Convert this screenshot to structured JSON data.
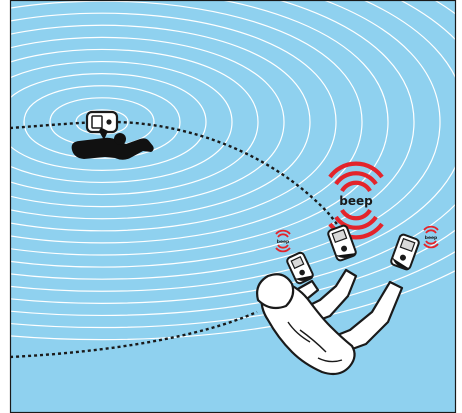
{
  "labels": {
    "beep_main": "beep",
    "beep_left": "beep",
    "beep_right": "beep"
  },
  "colors": {
    "sky": "#8fd1ef",
    "field_lines": "#ffffff",
    "path": "#1a1a1a",
    "beep": "#e3242b",
    "figure": "#111111",
    "device": "#ffffff"
  },
  "icons": {
    "transmitter": "avalanche-transceiver-icon",
    "buried_person": "buried-victim-icon",
    "searcher": "rescuer-with-receiver-icon",
    "signal": "beep-signal-icon"
  }
}
